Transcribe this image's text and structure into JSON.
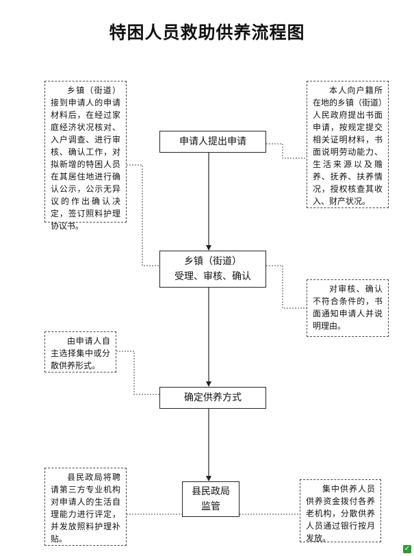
{
  "title": "特困人员救助供养流程图",
  "steps": {
    "apply": "申请人提出申请",
    "accept_line1": "乡镇（街道）",
    "accept_line2": "受理、审核、确认",
    "determine": "确定供养方式",
    "supervise_line1": "县民政局",
    "supervise_line2": "监管"
  },
  "notes": {
    "apply_note": "本人向户籍所在地的乡镇（街道）人民政府提出书面申请，按规定提交相关证明材料，书面说明劳动能力、生活来源以及赡养、抚养、扶养情况，授权核查其收入、财产状况。",
    "accept_note": "乡镇（街道）接到申请人的申请材料后，在经过家庭经济状况核对、入户调查、进行审核、确认工作，对拟新增的特困人员在其居住地进行确认公示，公示无异议的作出确认决定，签订照料护理协议书。",
    "reject_note": "对审核、确认不符合条件的，书面通知申请人并说明理由。",
    "mode_note": "由申请人自主选择集中或分散供养形式。",
    "care_note": "县民政局将聘请第三方专业机构对申请人的生活自理能力进行评定，并发放照料护理补贴。",
    "fund_note": "集中供养人员供养资金拨付各养老机构，分散供养人员通过银行按月发放。"
  },
  "colors": {
    "line": "#222222",
    "dashed": "#444444",
    "icon": "#2f9b37"
  },
  "icons": {
    "corner": "check-badge-icon"
  }
}
